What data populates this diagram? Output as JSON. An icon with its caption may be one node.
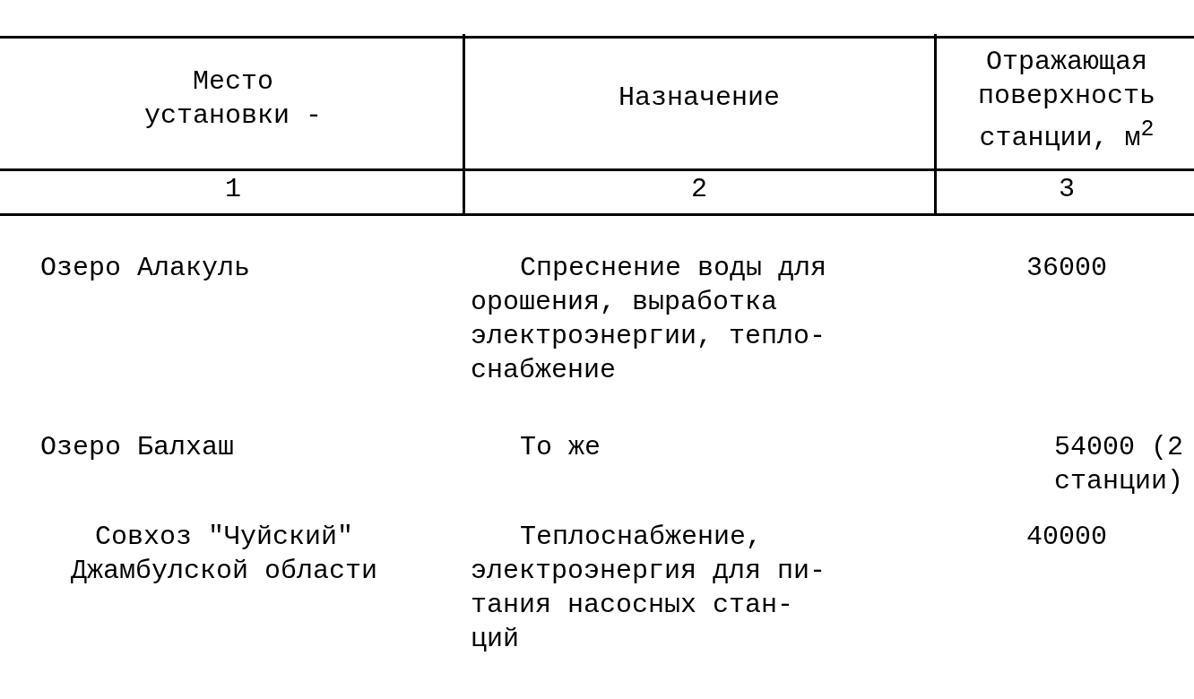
{
  "diagram": {
    "labels": [
      "Место установки -",
      "Назначение",
      "Отражающая поверхность станции, м$^{2}$",
      "1",
      "2",
      "3",
      "Озеро Алакуль",
      "Спреснение воды для орошения, выработка электроэнергии, тепло- снабжение",
      "36000",
      "Озеро Балхаш",
      "То же",
      "54000 (2 станции)",
      "Совхоз \"Чуйский\" Джамбулской области",
      "Теплоснабжение, электроэнергия для пи- тания насосных стан- ций",
      "40000"
    ]
  }
}
